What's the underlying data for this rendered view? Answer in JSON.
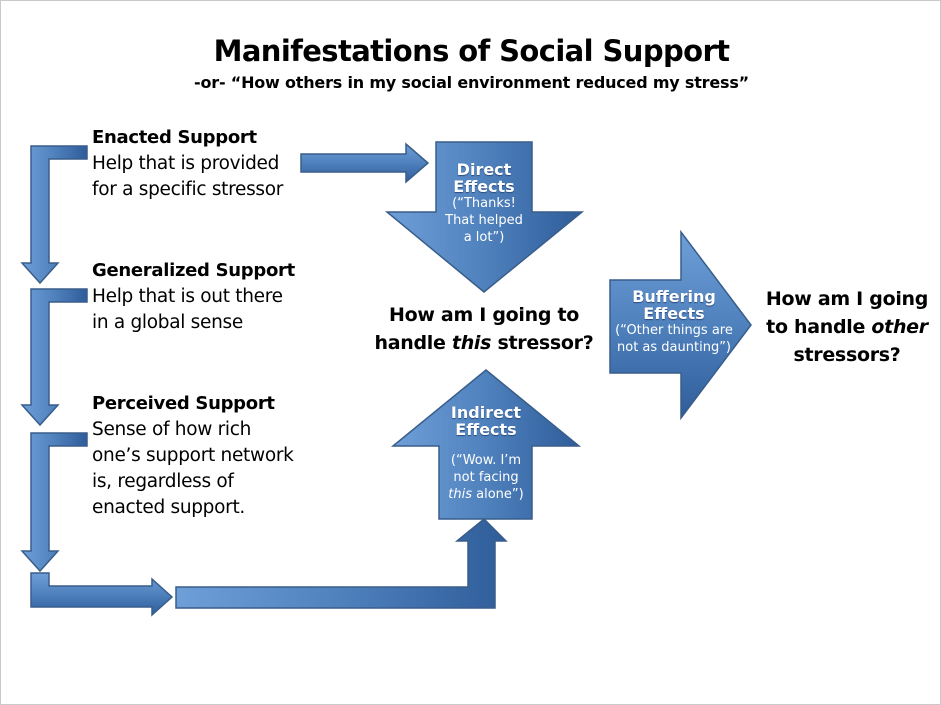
{
  "title": "Manifestations of Social Support",
  "subtitle": "-or- “How others in my social environment reduced my stress”",
  "support_types": {
    "enacted": {
      "heading": "Enacted Support",
      "lines": [
        "Help that is provided",
        "for a specific stressor"
      ]
    },
    "generalized": {
      "heading": "Generalized Support",
      "lines": [
        "Help that is out there",
        "in a global sense"
      ]
    },
    "perceived": {
      "heading": "Perceived Support",
      "lines": [
        "Sense of how rich",
        "one’s support network",
        "is, regardless of",
        "enacted support."
      ]
    }
  },
  "direct_effects": {
    "label_1": "Direct",
    "label_2": "Effects",
    "quote_1": "(“Thanks!",
    "quote_2": "That helped",
    "quote_3": "a lot”)"
  },
  "indirect_effects": {
    "label_1": "Indirect",
    "label_2": "Effects",
    "quote_1": "(“Wow. I’m",
    "quote_2": "not facing",
    "quote_3_italic": "this",
    "quote_3_rest": " alone”)"
  },
  "buffering_effects": {
    "label_1": "Buffering",
    "label_2": "Effects",
    "quote_1": "(“Other things are",
    "quote_2": "not as daunting”)"
  },
  "question_this": {
    "line_1": "How am I going to",
    "line_2_pre": "handle ",
    "line_2_italic": "this",
    "line_2_post": " stressor?"
  },
  "question_other": {
    "line_1": "How am I going",
    "line_2_pre": "to handle ",
    "line_2_italic": "other",
    "line_3": "stressors?"
  },
  "colors": {
    "arrow_fill_light": "#6f9fd8",
    "arrow_fill": "#4f81bd",
    "arrow_fill_dark": "#2f5d9a",
    "arrow_stroke": "#385d8a"
  }
}
